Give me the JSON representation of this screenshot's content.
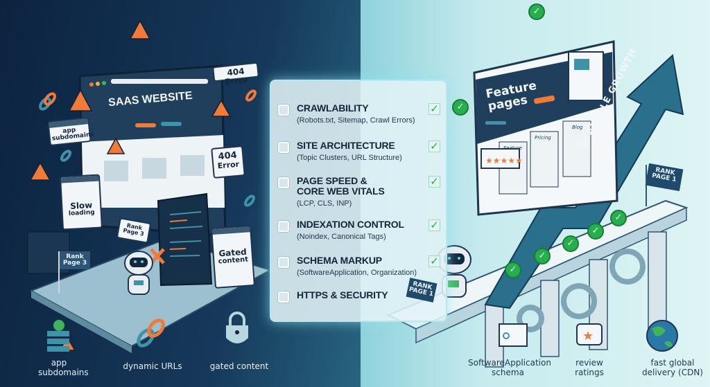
{
  "colors": {
    "left_bg": "#0c2340",
    "right_bg": "#c6ebee",
    "accent_orange": "#f07a3a",
    "accent_teal": "#3e93a8",
    "check_green": "#25b04c"
  },
  "left": {
    "website_title": "SAAS WEBSITE",
    "error_bubble": "404 Error",
    "error_card": {
      "line1": "404",
      "line2": "Error"
    },
    "app_subdomains_card": "app subdomains",
    "slow_loading": {
      "line1": "Slow",
      "line2": "loading"
    },
    "rank_bubble": {
      "line1": "Rank",
      "line2": "Page 3"
    },
    "rank_flag": {
      "line1": "Rank",
      "line2": "Page 3"
    },
    "gated_card": {
      "line1": "Gated",
      "line2": "content"
    },
    "bottom_labels": [
      {
        "text": "app subdomains",
        "icon": "server-warning-icon"
      },
      {
        "text": "dynamic URLs",
        "icon": "link-icon"
      },
      {
        "text": "gated content",
        "icon": "padlock-icon"
      }
    ]
  },
  "checklist": {
    "items": [
      {
        "title": "CRAWLABILITY",
        "detail": "(Robots.txt, Sitemap, Crawl Errors)",
        "checked": true
      },
      {
        "title": "SITE ARCHITECTURE",
        "detail": "(Topic Clusters, URL Structure)",
        "checked": true
      },
      {
        "title": "PAGE SPEED &\nCORE WEB VITALS",
        "detail": "(LCP, CLS, INP)",
        "checked": true
      },
      {
        "title": "INDEXATION CONTROL",
        "detail": "(Noindex, Canonical Tags)",
        "checked": true
      },
      {
        "title": "SCHEMA MARKUP",
        "detail": "(SoftwareApplication, Organization)",
        "checked": true
      },
      {
        "title": "HTTPS & SECURITY",
        "detail": "",
        "checked": false
      }
    ],
    "rank_flag": {
      "line1": "RANK",
      "line2": "PAGE 1"
    }
  },
  "right": {
    "feature_title": {
      "line1": "Feature",
      "line2": "pages"
    },
    "cards": [
      "Feature",
      "Pricing",
      "Blog"
    ],
    "rating_stars": 5,
    "arrow_label": "SCALABLE GROWTH",
    "rank_flag": {
      "line1": "RANK",
      "line2": "PAGE 1"
    },
    "bottom_labels": [
      {
        "text": "SoftwareApplication schema",
        "icon": "schema-window-icon"
      },
      {
        "text": "review ratings",
        "icon": "star-icon"
      },
      {
        "text": "fast global delivery (CDN)",
        "icon": "globe-icon"
      }
    ]
  }
}
